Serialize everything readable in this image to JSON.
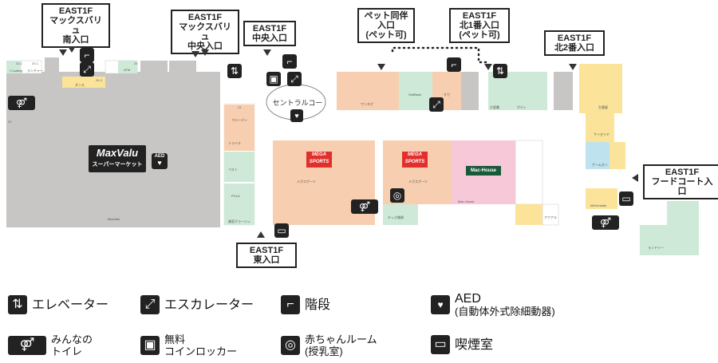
{
  "entrances": {
    "south": "EAST1F\nマックスバリュ\n南入口",
    "central_mv": "EAST1F\nマックスバリュ\n中央入口",
    "central": "EAST1F\n中央入口",
    "pet": "ペット同伴\n入口\n(ペット可)",
    "north1": "EAST1F\n北1番入口\n(ペット可)",
    "north2": "EAST1F\n北2番入口",
    "food_court": "EAST1F\nフードコート入口",
    "east": "EAST1F\n東入口"
  },
  "central_court": "セントラルコート",
  "stores": {
    "maxvalu_logo": "MaxValu",
    "maxvalu_sub": "スーパーマーケット",
    "mega1": "MEGA\nSPORTS",
    "mega2": "MEGA\nSPORTS",
    "machouse": "Mac-House",
    "aed_tag": "AED"
  },
  "legend": {
    "elevator": "エレベーター",
    "escalator": "エスカレーター",
    "stairs": "階段",
    "aed": "AED",
    "aed_sub": "(自動体外式除細動器)",
    "toilet": "みんなの\nトイレ",
    "locker": "無料\nコインロッカー",
    "baby": "赤ちゃんルーム\n(授乳室)",
    "smoking": "喫煙室"
  },
  "colors": {
    "gray": "#c8c6c5",
    "peach": "#f7cfb0",
    "green": "#cfe9d8",
    "pink": "#f7c8d8",
    "yellow": "#fbe39a",
    "blue": "#bfe2ef",
    "red": "#e1302b"
  }
}
